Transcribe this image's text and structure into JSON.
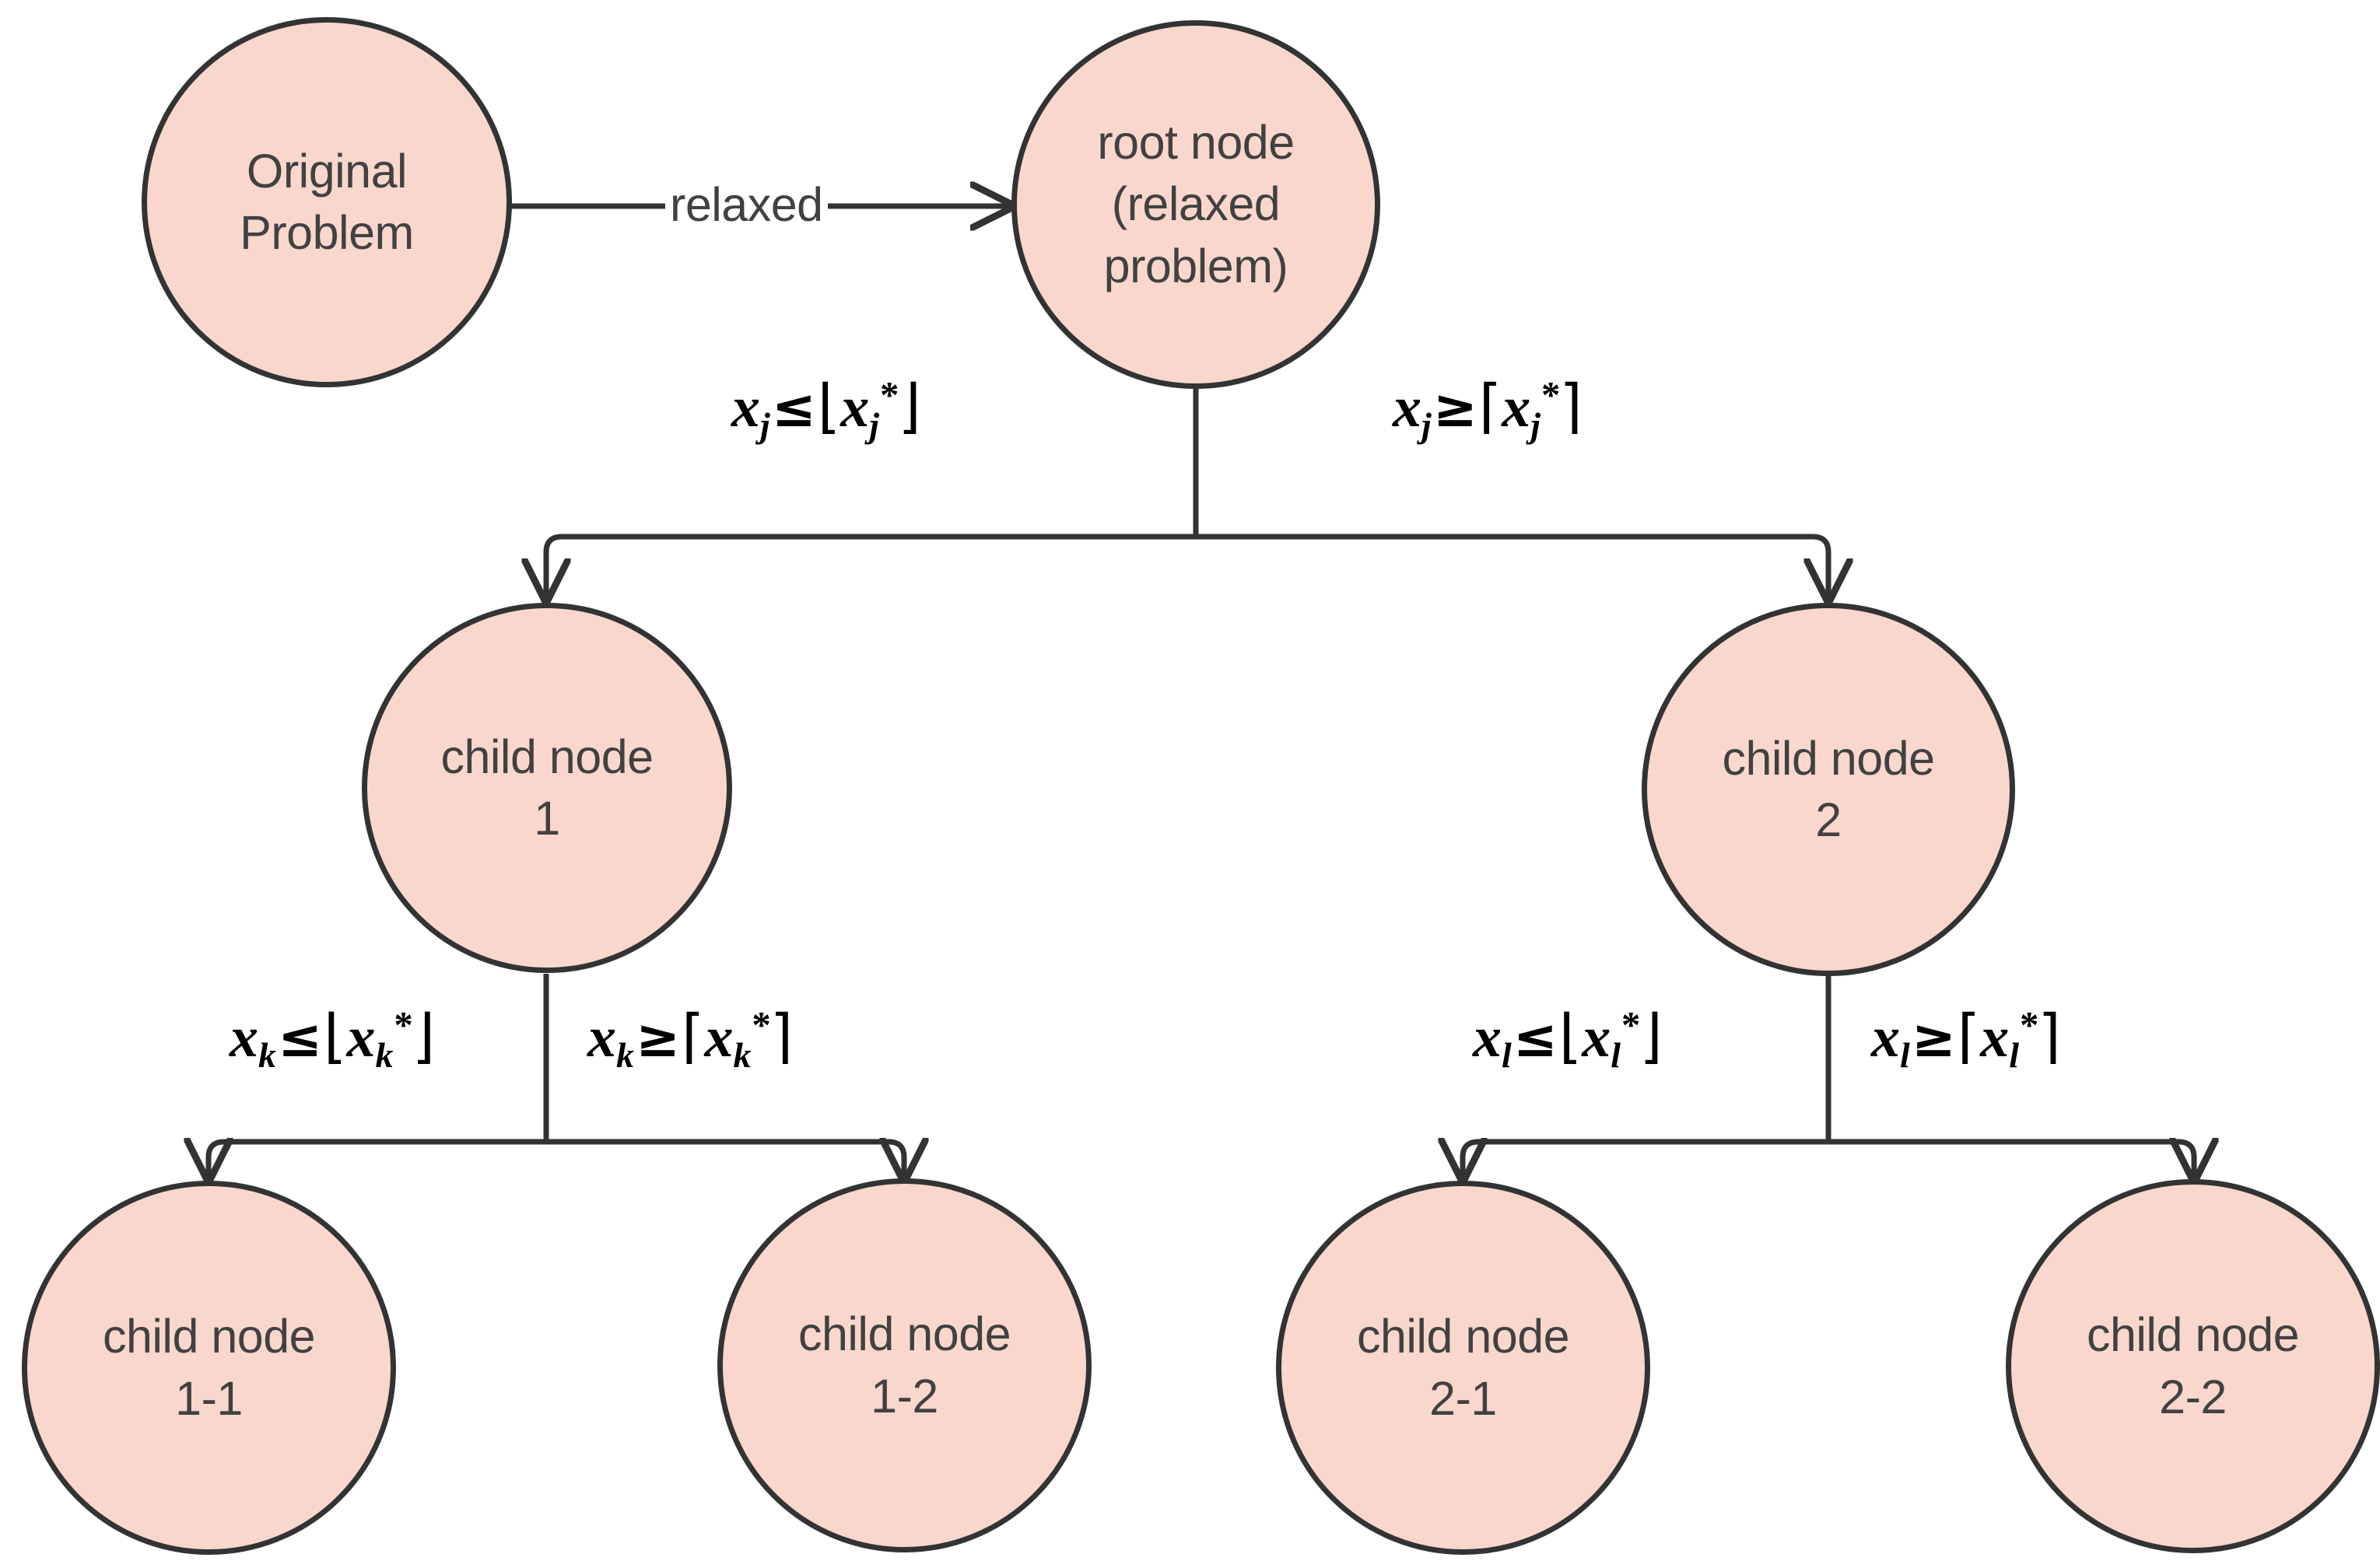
{
  "diagram": {
    "title_present": false,
    "background_color": "#ffffff",
    "node_fill_color": "#fad7cd",
    "node_stroke_color": "#333333",
    "node_text_color": "#414141",
    "edge_color": "#333333",
    "math_text_color": "#000000"
  },
  "nodes": {
    "original_problem": {
      "line1": "Original",
      "line2": "Problem",
      "text": "Original\nProblem"
    },
    "root": {
      "line1": "root node",
      "line2": "(relaxed",
      "line3": "problem)",
      "text": "root node\n(relaxed\nproblem)"
    },
    "child1": {
      "line1": "child node",
      "line2": "1",
      "text": "child node\n1"
    },
    "child2": {
      "line1": "child node",
      "line2": "2",
      "text": "child node\n2"
    },
    "child1_1": {
      "line1": "child node",
      "line2": "1-1",
      "text": "child node\n1-1"
    },
    "child1_2": {
      "line1": "child node",
      "line2": "1-2",
      "text": "child node\n1-2"
    },
    "child2_1": {
      "line1": "child node",
      "line2": "2-1",
      "text": "child node\n2-1"
    },
    "child2_2": {
      "line1": "child node",
      "line2": "2-2",
      "text": "child node\n2-2"
    }
  },
  "edges": {
    "relaxed_label": "relaxed",
    "branch_labels": {
      "root_left": {
        "var": "x",
        "sub": "j",
        "relation": "≤",
        "bracket_open": "⌊",
        "bracket_close": "⌋",
        "star": "*",
        "text": "x_j ≤ ⌊x_j*⌋"
      },
      "root_right": {
        "var": "x",
        "sub": "j",
        "relation": "≥",
        "bracket_open": "⌈",
        "bracket_close": "⌉",
        "star": "*",
        "text": "x_j ≥ ⌈x_j*⌉"
      },
      "child1_left": {
        "var": "x",
        "sub": "k",
        "relation": "≤",
        "bracket_open": "⌊",
        "bracket_close": "⌋",
        "star": "*",
        "text": "x_k ≤ ⌊x_k*⌋"
      },
      "child1_right": {
        "var": "x",
        "sub": "k",
        "relation": "≥",
        "bracket_open": "⌈",
        "bracket_close": "⌉",
        "star": "*",
        "text": "x_k ≥ ⌈x_k*⌉"
      },
      "child2_left": {
        "var": "x",
        "sub": "l",
        "relation": "≤",
        "bracket_open": "⌊",
        "bracket_close": "⌋",
        "star": "*",
        "text": "x_l ≤ ⌊x_l*⌋"
      },
      "child2_right": {
        "var": "x",
        "sub": "l",
        "relation": "≥",
        "bracket_open": "⌈",
        "bracket_close": "⌉",
        "star": "*",
        "text": "x_l ≥ ⌈x_l*⌉"
      }
    }
  }
}
